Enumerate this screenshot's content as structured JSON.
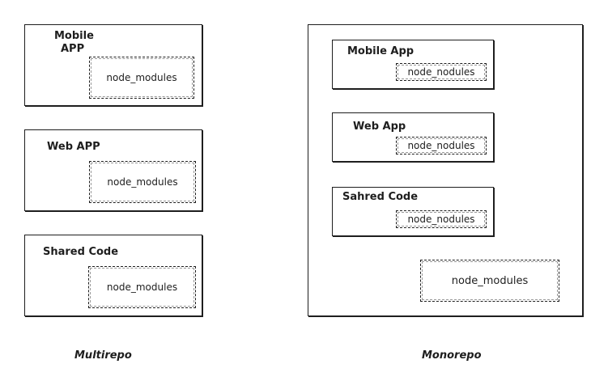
{
  "multirepo": {
    "caption": "Multirepo",
    "packages": [
      {
        "title_line1": "Mobile",
        "title_line2": "APP",
        "folder": "node_modules"
      },
      {
        "title": "Web APP",
        "folder": "node_modules"
      },
      {
        "title": "Shared Code",
        "folder": "node_modules"
      }
    ]
  },
  "monorepo": {
    "caption": "Monorepo",
    "packages": [
      {
        "title": "Mobile App",
        "folder": "node_nodules"
      },
      {
        "title": "Web App",
        "folder": "node_nodules"
      },
      {
        "title": "Sahred Code",
        "folder": "node_nodules"
      }
    ],
    "root_folder": "node_modules"
  }
}
